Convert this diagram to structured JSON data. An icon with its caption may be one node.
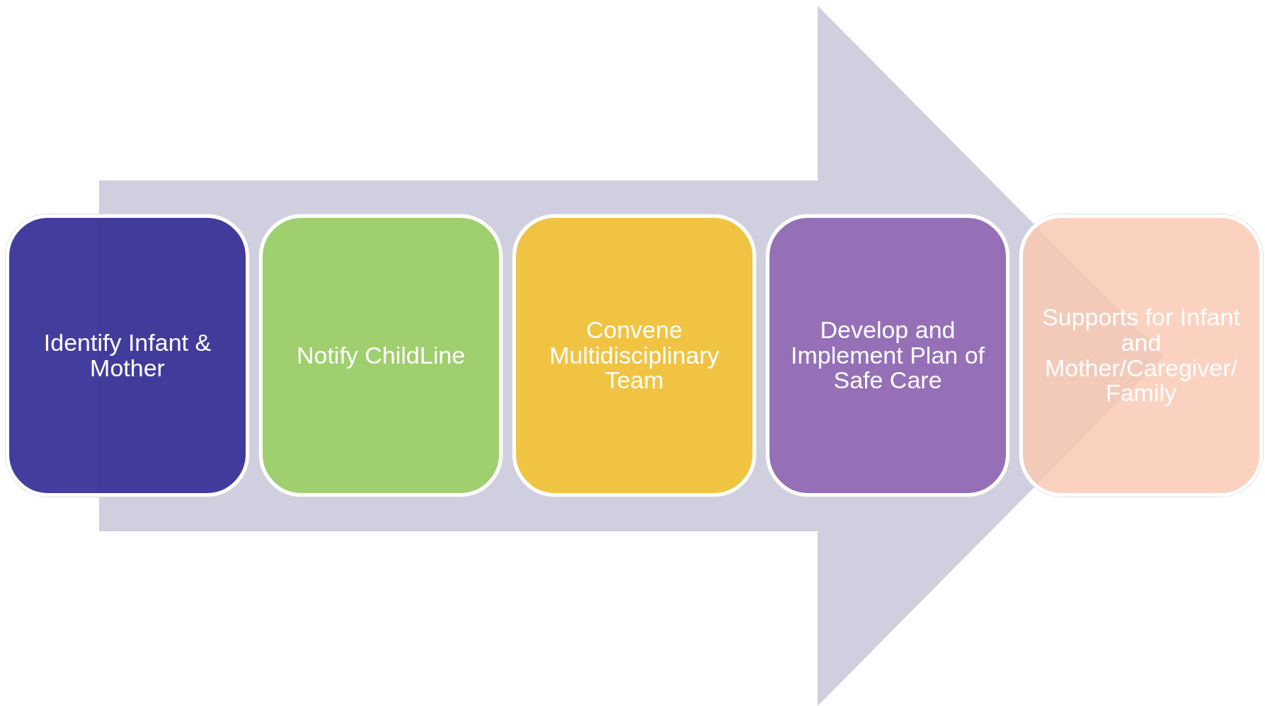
{
  "diagram": {
    "nodes": [
      {
        "text": [
          "Identify Infant & Mother"
        ]
      },
      {
        "text": [
          "Notify ChildLine"
        ]
      },
      {
        "text": [
          "Convene Multidisciplinary Team"
        ]
      },
      {
        "text": [
          "Develop and Implement Plan of Safe Care"
        ]
      },
      {
        "text": [
          "Supports for Infant and Mother/Caregiver/ Family"
        ]
      }
    ],
    "edges": [
      {
        "from": 0,
        "to": 4,
        "arrow": "to"
      }
    ]
  }
}
